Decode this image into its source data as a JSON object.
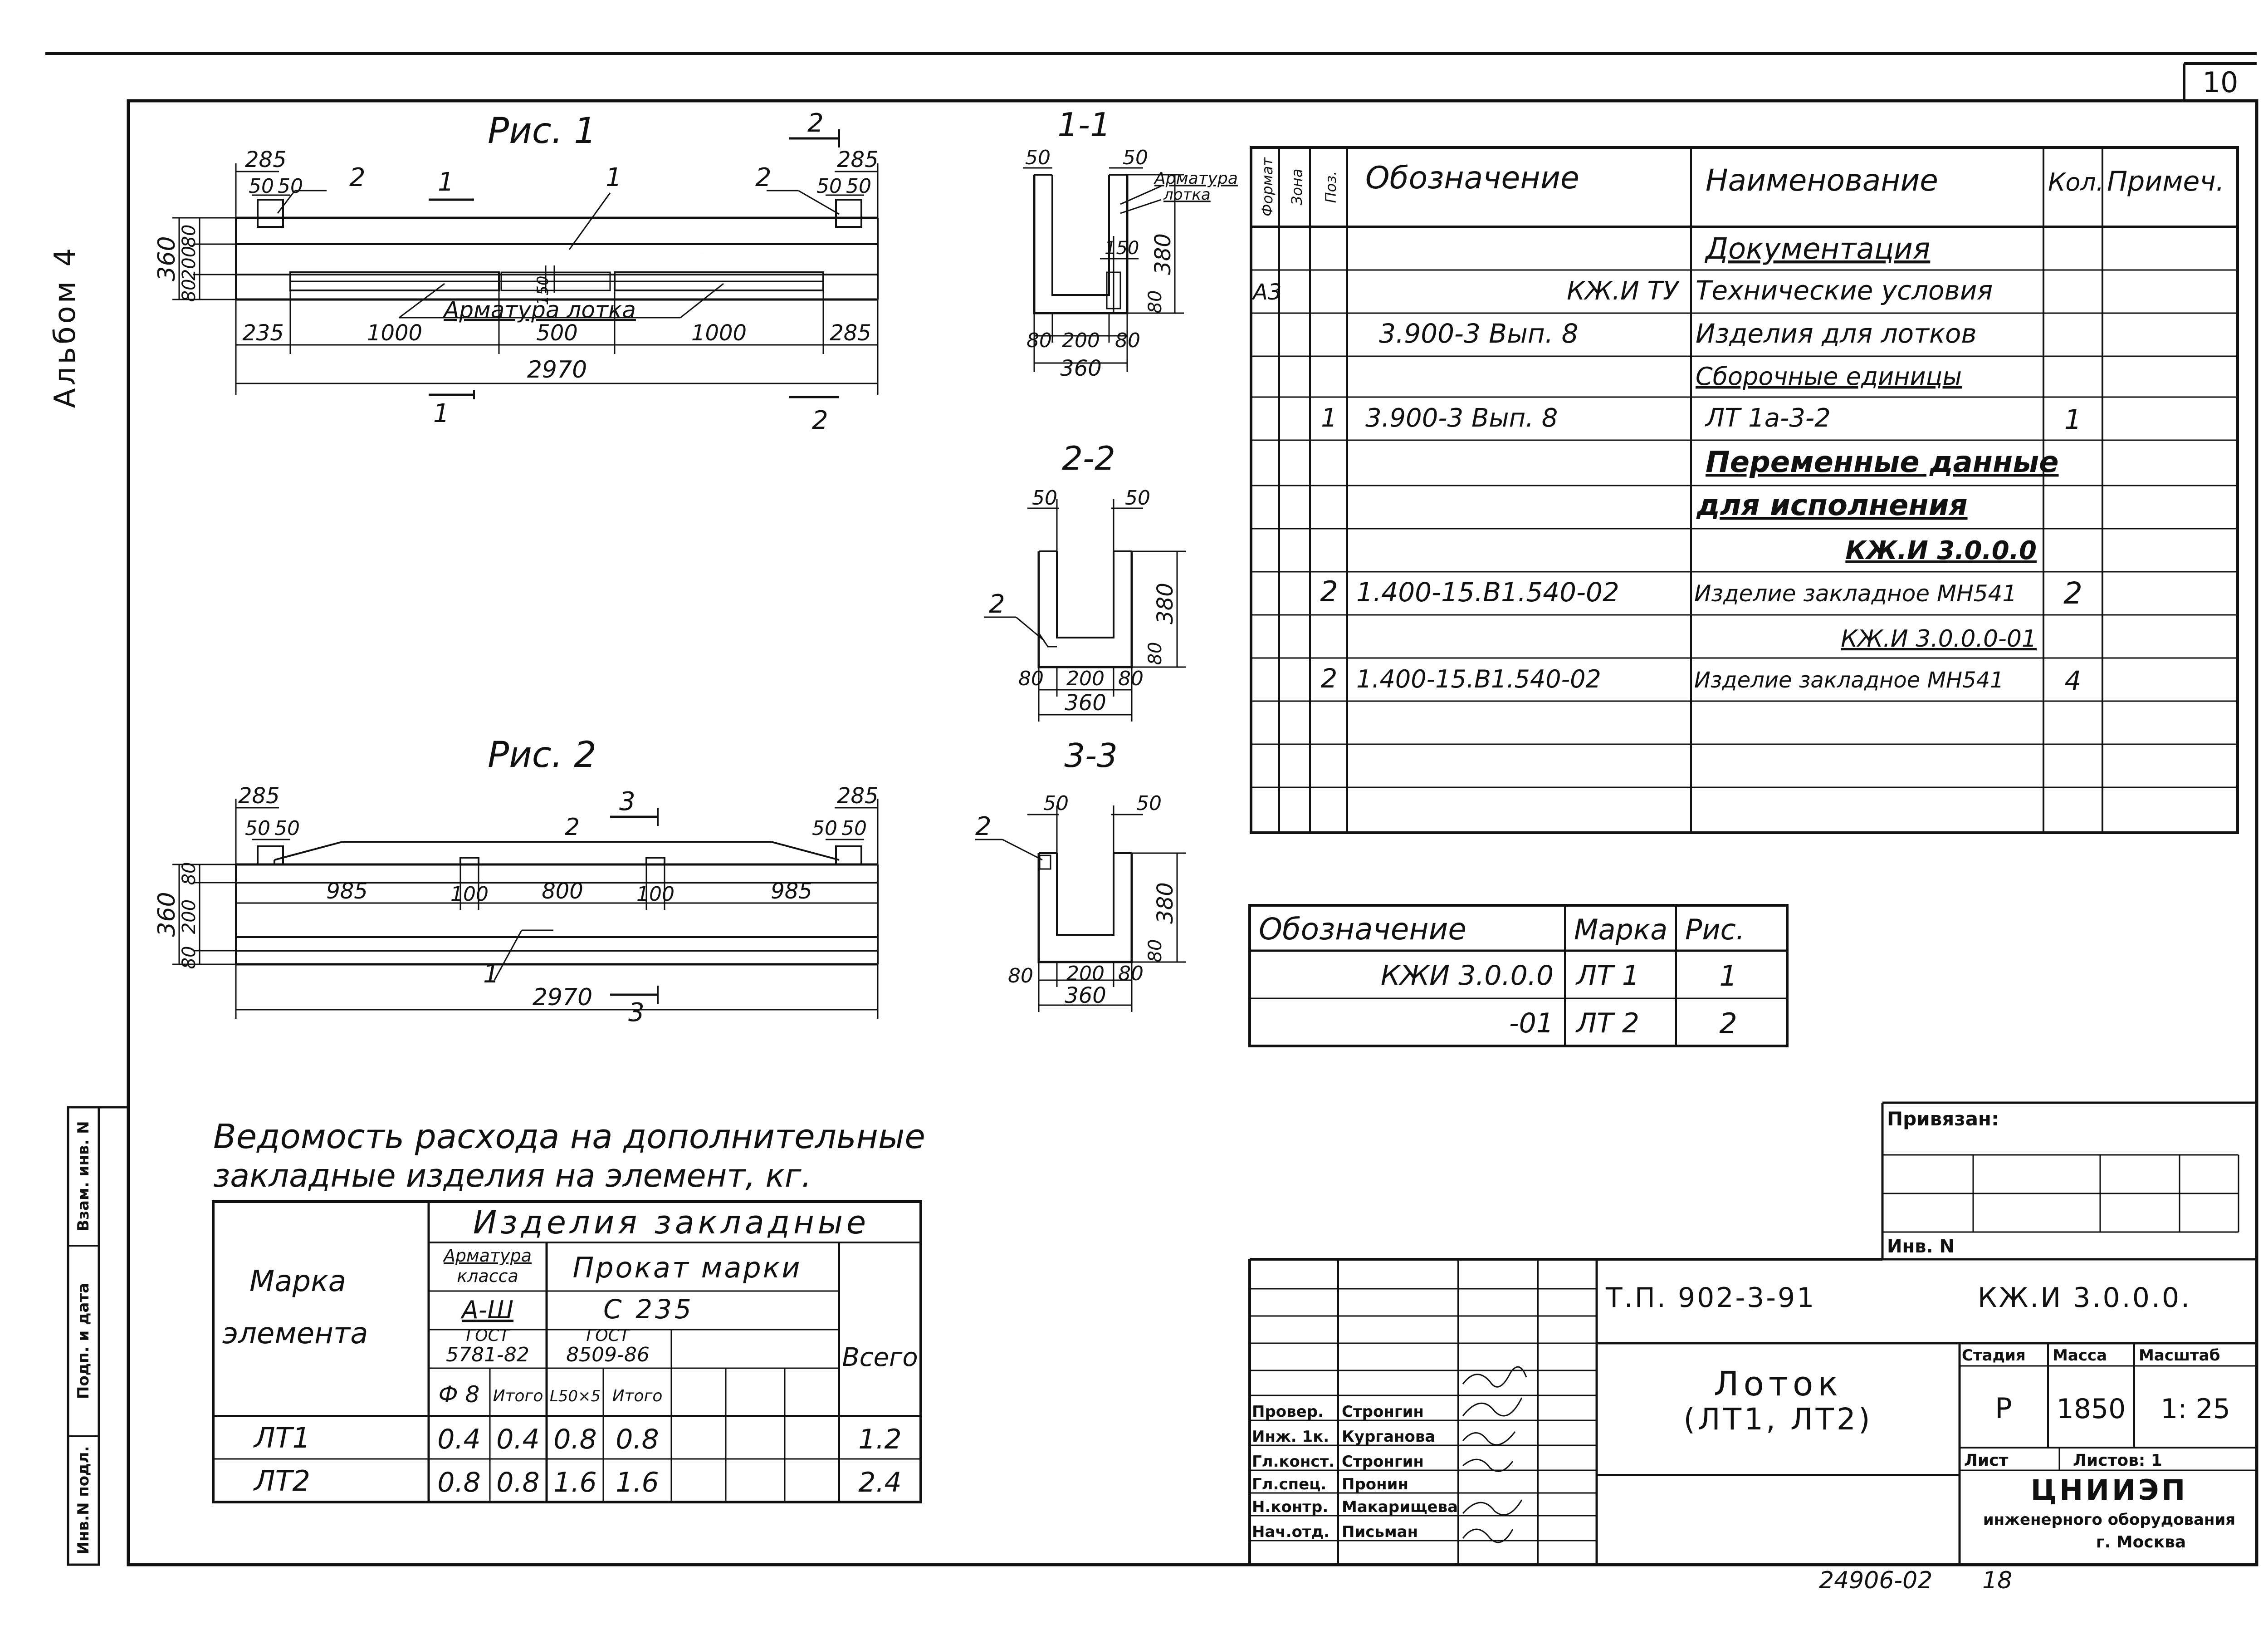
{
  "sheet": {
    "page_number": "10",
    "album_label": "Альбом 4",
    "footer_code": "24906-02",
    "footer_sheet": "18"
  },
  "fig1": {
    "title": "Рис. 1",
    "dims_top": [
      "285",
      "50",
      "50",
      "285",
      "50",
      "50"
    ],
    "dims_left": [
      "360",
      "80",
      "200",
      "80"
    ],
    "dims_bottom": [
      "235",
      "1000",
      "500",
      "1000",
      "285"
    ],
    "overall": "2970",
    "leaders": [
      "2",
      "1",
      "1",
      "2",
      "1",
      "2",
      "1",
      "2"
    ],
    "lower_note": "Арматура лотка",
    "mid_dim": "150"
  },
  "fig2": {
    "title": "Рис. 2",
    "dims_top": [
      "285",
      "50",
      "50",
      "285",
      "50",
      "50"
    ],
    "dims_left": [
      "360",
      "80",
      "200",
      "80"
    ],
    "dims_mid": [
      "985",
      "100",
      "800",
      "100",
      "985"
    ],
    "overall": "2970",
    "leaders": [
      "3",
      "2",
      "1",
      "3"
    ]
  },
  "section_1": {
    "title": "1-1",
    "dims": [
      "50",
      "50",
      "150",
      "380",
      "80",
      "80",
      "200",
      "80",
      "360"
    ],
    "note_line1": "Арматура",
    "note_line2": "лотка"
  },
  "section_2": {
    "title": "2-2",
    "dims": [
      "50",
      "50",
      "380",
      "80",
      "80",
      "200",
      "80",
      "360"
    ],
    "leader": "2"
  },
  "section_3": {
    "title": "3-3",
    "dims": [
      "50",
      "50",
      "380",
      "80",
      "80",
      "200",
      "80",
      "360"
    ],
    "leader": "2"
  },
  "spec_table": {
    "headers": [
      "Формат",
      "Зона",
      "Поз.",
      "Обозначение",
      "Наименование",
      "Кол.",
      "Примеч."
    ],
    "rows": [
      {
        "format": "",
        "zone": "",
        "pos": "",
        "designation": "",
        "name": "Документация",
        "qty": "",
        "note": ""
      },
      {
        "format": "А3",
        "zone": "",
        "pos": "",
        "designation": "КЖ.И ТУ",
        "name": "Технические условия",
        "qty": "",
        "note": ""
      },
      {
        "format": "",
        "zone": "",
        "pos": "",
        "designation": "3.900-3 Вып. 8",
        "name": "Изделия для лотков",
        "qty": "",
        "note": ""
      },
      {
        "format": "",
        "zone": "",
        "pos": "",
        "designation": "",
        "name": "Сборочные единицы",
        "qty": "",
        "note": ""
      },
      {
        "format": "",
        "zone": "",
        "pos": "1",
        "designation": "3.900-3 Вып. 8",
        "name": "ЛТ 1а-3-2",
        "qty": "1",
        "note": ""
      },
      {
        "format": "",
        "zone": "",
        "pos": "",
        "designation": "",
        "name": "Переменные данные",
        "qty": "",
        "note": ""
      },
      {
        "format": "",
        "zone": "",
        "pos": "",
        "designation": "",
        "name": "для исполнения",
        "qty": "",
        "note": ""
      },
      {
        "format": "",
        "zone": "",
        "pos": "",
        "designation": "",
        "name": "КЖ.И 3.0.0.0",
        "qty": "",
        "note": ""
      },
      {
        "format": "",
        "zone": "",
        "pos": "2",
        "designation": "1.400-15.В1.540-02",
        "name": "Изделие закладное МН541",
        "qty": "2",
        "note": ""
      },
      {
        "format": "",
        "zone": "",
        "pos": "",
        "designation": "",
        "name": "КЖ.И 3.0.0.0-01",
        "qty": "",
        "note": ""
      },
      {
        "format": "",
        "zone": "",
        "pos": "2",
        "designation": "1.400-15.В1.540-02",
        "name": "Изделие закладное МН541",
        "qty": "4",
        "note": ""
      },
      {
        "format": "",
        "zone": "",
        "pos": "",
        "designation": "",
        "name": "",
        "qty": "",
        "note": ""
      },
      {
        "format": "",
        "zone": "",
        "pos": "",
        "designation": "",
        "name": "",
        "qty": "",
        "note": ""
      },
      {
        "format": "",
        "zone": "",
        "pos": "",
        "designation": "",
        "name": "",
        "qty": "",
        "note": ""
      }
    ]
  },
  "mark_table": {
    "headers": [
      "Обозначение",
      "Марка",
      "Рис."
    ],
    "rows": [
      {
        "designation": "КЖИ 3.0.0.0",
        "mark": "ЛТ 1",
        "fig": "1"
      },
      {
        "designation": "-01",
        "mark": "ЛТ 2",
        "fig": "2"
      }
    ]
  },
  "consumption": {
    "title_line1": "Ведомость расхода на дополнительные",
    "title_line2": "закладные изделия на элемент, кг.",
    "h_mark1": "Марка",
    "h_mark2": "элемента",
    "h_group": "Изделия закладные",
    "h_rebar1": "Арматура",
    "h_rebar2": "класса",
    "h_rolled": "Прокат марки",
    "h_class": "А-Ш",
    "h_steel": "С 235",
    "h_gost1a": "ГОСТ",
    "h_gost1b": "5781-82",
    "h_gost2a": "ГОСТ",
    "h_gost2b": "8509-86",
    "h_d8": "Ф 8",
    "h_total1": "Итого",
    "h_angle": "L50×5",
    "h_total2": "Итого",
    "h_all": "Всего",
    "rows": [
      {
        "mark": "ЛТ1",
        "v1": "0.4",
        "v2": "0.4",
        "v3": "0.8",
        "v4": "0.8",
        "total": "1.2"
      },
      {
        "mark": "ЛТ2",
        "v1": "0.8",
        "v2": "0.8",
        "v3": "1.6",
        "v4": "1.6",
        "total": "2.4"
      }
    ]
  },
  "binding": {
    "label": "Привязан:",
    "inv": "Инв. N"
  },
  "title_block": {
    "project": "Т.П. 902-3-91",
    "code": "КЖ.И 3.0.0.0.",
    "name_line1": "Лоток",
    "name_line2": "(ЛТ1, ЛТ2)",
    "stage_label": "Стадия",
    "mass_label": "Масса",
    "scale_label": "Масштаб",
    "stage": "Р",
    "mass": "1850",
    "scale": "1: 25",
    "sheet_label": "Лист",
    "sheets_label": "Листов: 1",
    "org_line1": "ЦНИИЭП",
    "org_line2": "инженерного оборудования",
    "org_line3": "г. Москва",
    "staff": [
      {
        "role": "Провер.",
        "name": "Стронгин"
      },
      {
        "role": "Инж. 1к.",
        "name": "Курганова"
      },
      {
        "role": "Гл.конст.",
        "name": "Стронгин"
      },
      {
        "role": "Гл.спец.",
        "name": "Пронин"
      },
      {
        "role": "Н.контр.",
        "name": "Макарищева"
      },
      {
        "role": "Нач.отд.",
        "name": "Письман"
      }
    ]
  },
  "side_stamp": {
    "inv_orig": "Инв.N подл.",
    "sign_date": "Подп. и дата",
    "replace": "Взам. инв. N"
  }
}
